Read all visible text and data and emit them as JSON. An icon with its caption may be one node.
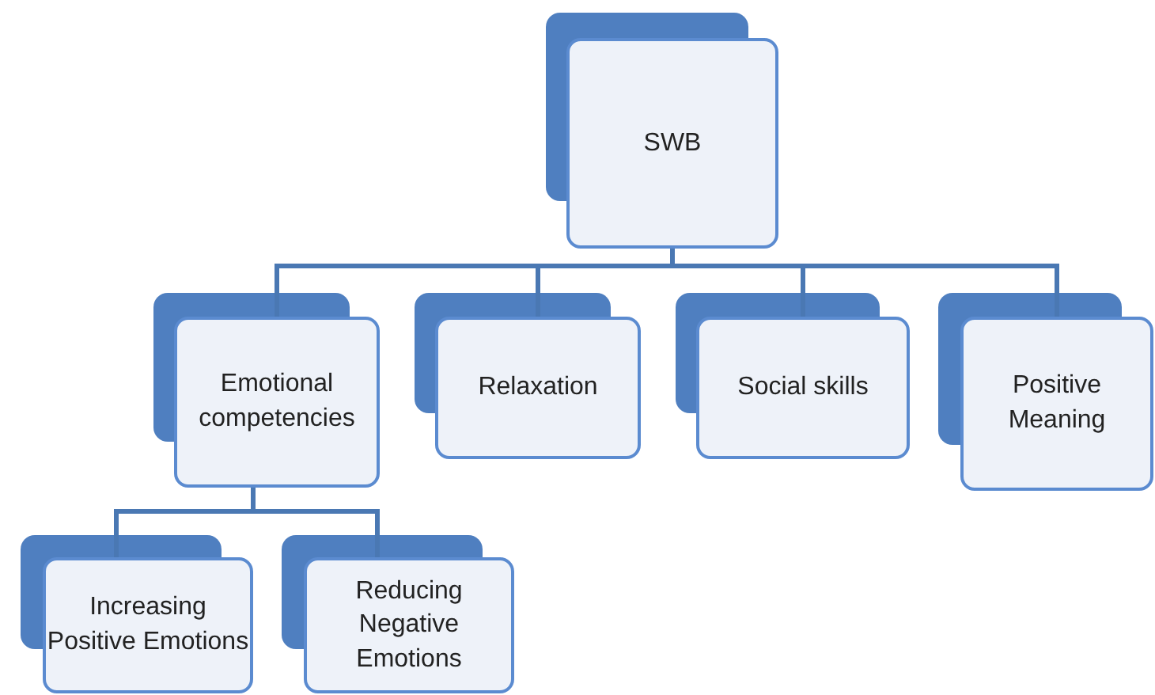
{
  "diagram": {
    "nodes": [
      {
        "text": [
          "SWB"
        ]
      },
      {
        "text": [
          "Emotional competencies"
        ]
      },
      {
        "text": [
          "Relaxation"
        ]
      },
      {
        "text": [
          "Social skills"
        ]
      },
      {
        "text": [
          "Positive Meaning"
        ]
      },
      {
        "text": [
          "Increasing Positive Emotions"
        ]
      },
      {
        "text": [
          "Reducing Negative Emotions"
        ]
      }
    ],
    "edges": [
      {
        "from": 0,
        "to": 1,
        "arrow": "none"
      },
      {
        "from": 0,
        "to": 2,
        "arrow": "none"
      },
      {
        "from": 0,
        "to": 3,
        "arrow": "none"
      },
      {
        "from": 0,
        "to": 4,
        "arrow": "none"
      },
      {
        "from": 1,
        "to": 5,
        "arrow": "none"
      },
      {
        "from": 1,
        "to": 6,
        "arrow": "none"
      }
    ]
  }
}
